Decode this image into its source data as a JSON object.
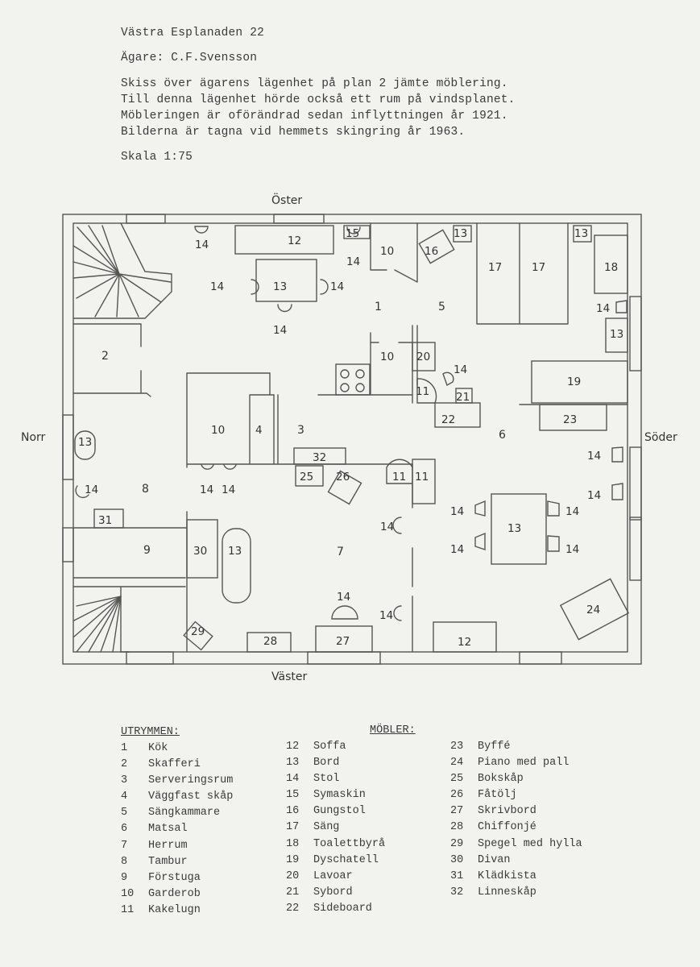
{
  "header": {
    "address": "Västra Esplanaden 22",
    "owner": "Ägare: C.F.Svensson",
    "description": [
      "Skiss över ägarens lägenhet på plan 2 jämte möblering.",
      "Till denna lägenhet hörde också ett rum på vindsplanet.",
      "Möbleringen är oförändrad sedan inflyttningen år 1921.",
      "Bilderna är tagna vid hemmets skingring år 1963."
    ],
    "scale": "Skala 1:75"
  },
  "directions": {
    "east": "Öster",
    "west": "Väster",
    "north": "Norr",
    "south": "Söder"
  },
  "legend": {
    "rooms_title": "UTRYMMEN:",
    "furniture_title": "MÖBLER:",
    "rooms": [
      {
        "num": "1",
        "label": "Kök"
      },
      {
        "num": "2",
        "label": "Skafferi"
      },
      {
        "num": "3",
        "label": "Serveringsrum"
      },
      {
        "num": "4",
        "label": "Väggfast skåp"
      },
      {
        "num": "5",
        "label": "Sängkammare"
      },
      {
        "num": "6",
        "label": "Matsal"
      },
      {
        "num": "7",
        "label": "Herrum"
      },
      {
        "num": "8",
        "label": "Tambur"
      },
      {
        "num": "9",
        "label": "Förstuga"
      },
      {
        "num": "10",
        "label": "Garderob"
      },
      {
        "num": "11",
        "label": "Kakelugn"
      }
    ],
    "furniture_a": [
      {
        "num": "12",
        "label": "Soffa"
      },
      {
        "num": "13",
        "label": "Bord"
      },
      {
        "num": "14",
        "label": "Stol"
      },
      {
        "num": "15",
        "label": "Symaskin"
      },
      {
        "num": "16",
        "label": "Gungstol"
      },
      {
        "num": "17",
        "label": "Säng"
      },
      {
        "num": "18",
        "label": "Toalettbyrå"
      },
      {
        "num": "19",
        "label": "Dyschatell"
      },
      {
        "num": "20",
        "label": "Lavoar"
      },
      {
        "num": "21",
        "label": "Sybord"
      },
      {
        "num": "22",
        "label": "Sideboard"
      }
    ],
    "furniture_b": [
      {
        "num": "23",
        "label": "Byffé"
      },
      {
        "num": "24",
        "label": "Piano med pall"
      },
      {
        "num": "25",
        "label": "Bokskåp"
      },
      {
        "num": "26",
        "label": "Fåtölj"
      },
      {
        "num": "27",
        "label": "Skrivbord"
      },
      {
        "num": "28",
        "label": "Chiffonjé"
      },
      {
        "num": "29",
        "label": "Spegel med hylla"
      },
      {
        "num": "30",
        "label": "Divan"
      },
      {
        "num": "31",
        "label": "Klädkista"
      },
      {
        "num": "32",
        "label": "Linneskåp"
      }
    ]
  },
  "plan": {
    "room_numbers": [
      "1",
      "2",
      "3",
      "5",
      "6",
      "7",
      "8",
      "9"
    ],
    "furniture_numbers": [
      "10",
      "4",
      "11",
      "12",
      "13",
      "14",
      "15",
      "16",
      "17",
      "18",
      "19",
      "20",
      "21",
      "22",
      "23",
      "24",
      "25",
      "26",
      "27",
      "28",
      "29",
      "30",
      "31",
      "32"
    ]
  }
}
